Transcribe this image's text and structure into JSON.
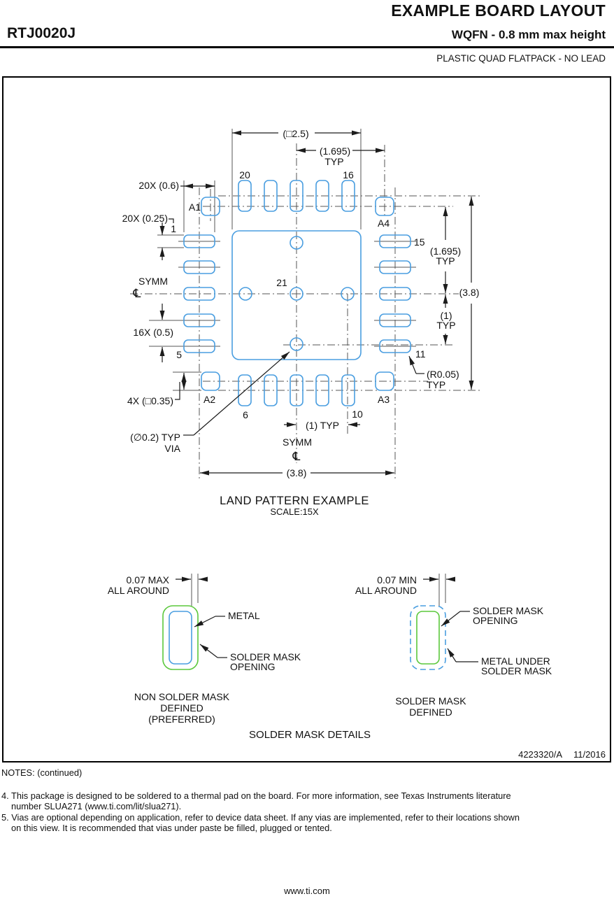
{
  "header": {
    "title": "EXAMPLE BOARD LAYOUT",
    "part_number": "RTJ0020J",
    "subtitle": "WQFN - 0.8 mm max height",
    "package_type": "PLASTIC QUAD FLATPACK - NO LEAD"
  },
  "land": {
    "title": "LAND PATTERN EXAMPLE",
    "scale": "SCALE:15X",
    "pins": {
      "p1": "1",
      "p5": "5",
      "p6": "6",
      "p10": "10",
      "p11": "11",
      "p15": "15",
      "p16": "16",
      "p20": "20",
      "p21": "21",
      "a1": "A1",
      "a2": "A2",
      "a3": "A3",
      "a4": "A4"
    },
    "dims": {
      "top_width": "(□2.5)",
      "pitch_half": "(1.695)",
      "typ": "TYP",
      "count20_w": "20X (0.6)",
      "count20_h": "20X (0.25)",
      "count16_pitch": "16X (0.5)",
      "count4_sq": "4X (□0.35)",
      "via_dia": "(∅0.2) TYP",
      "via_word": "VIA",
      "total": "(3.8)",
      "one": "(1)",
      "one_typ": "(1) TYP",
      "radius": "(R0.05)",
      "symm": "SYMM",
      "centerline_symbol": "℄"
    }
  },
  "solder_mask": {
    "section_title": "SOLDER MASK DETAILS",
    "nsmd": {
      "dim_line1": "0.07 MAX",
      "dim_line2": "ALL AROUND",
      "metal_label": "METAL",
      "opening_line1": "SOLDER MASK",
      "opening_line2": "OPENING",
      "caption_line1": "NON SOLDER MASK",
      "caption_line2": "DEFINED",
      "caption_line3": "(PREFERRED)"
    },
    "smd": {
      "dim_line1": "0.07 MIN",
      "dim_line2": "ALL AROUND",
      "opening_line1": "SOLDER MASK",
      "opening_line2": "OPENING",
      "metal_line1": "METAL UNDER",
      "metal_line2": "SOLDER MASK",
      "caption_line1": "SOLDER MASK",
      "caption_line2": "DEFINED"
    }
  },
  "title_block": {
    "doc_number": "4223320/A",
    "date": "11/2016"
  },
  "notes": {
    "heading": "NOTES: (continued)",
    "items": [
      {
        "label": "4.",
        "line1": "This package is designed to be soldered to a thermal pad on the board. For more information, see Texas Instruments literature",
        "line2": "number SLUA271 (www.ti.com/lit/slua271)."
      },
      {
        "label": "5.",
        "line1": "Vias are optional depending on application, refer to device data sheet. If any vias are implemented, refer to their locations shown",
        "line2": "on this view. It is recommended that vias under paste be filled, plugged or tented."
      }
    ]
  },
  "footer": {
    "url": "www.ti.com"
  },
  "colors": {
    "pad-blue": "#4a9ee0",
    "mask-green": "#5bc83c",
    "line-black": "#1c1c1c",
    "line-gray": "#555555"
  }
}
